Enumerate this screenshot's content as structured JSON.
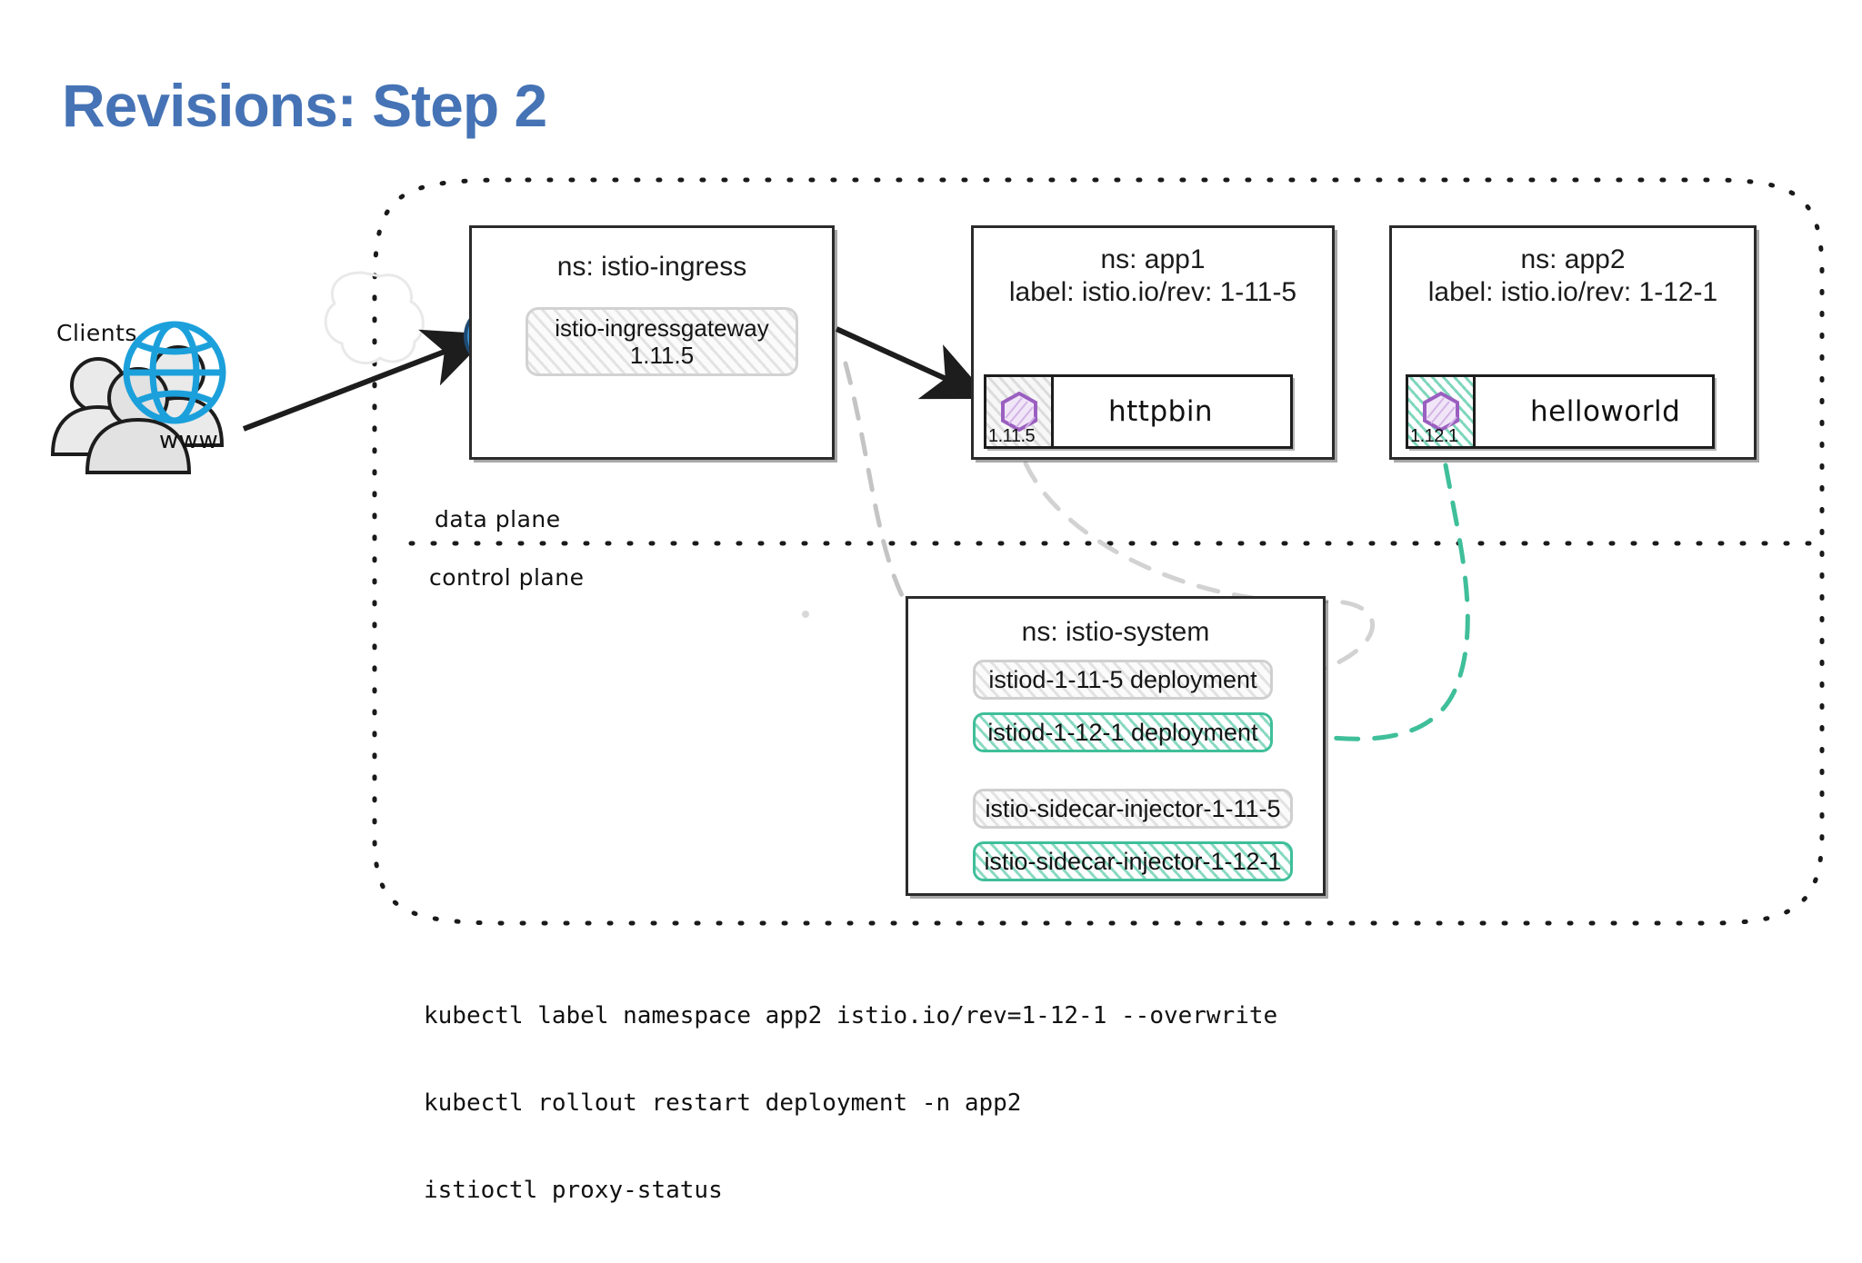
{
  "slide": {
    "title": "Revisions: Step 2",
    "title_color": "#4573B5"
  },
  "actors": {
    "clients_label": "Clients",
    "www_label": "www",
    "clients_icon": "people-group-icon",
    "globe_icon": "globe-icon"
  },
  "planes": {
    "data_plane_label": "data plane",
    "control_plane_label": "control plane"
  },
  "namespaces": [
    {
      "id": "istio-ingress",
      "title_line1": "ns: istio-ingress",
      "title_line2": "",
      "gateway": {
        "icon": "ingress-gateway-icon",
        "name": "istio-ingressgateway",
        "version": "1.11.5"
      }
    },
    {
      "id": "app1",
      "title_line1": "ns: app1",
      "title_line2": "label: istio.io/rev: 1-11-5",
      "workload": {
        "name": "httpbin",
        "sidecar_version": "1.11.5",
        "sidecar_style": "gray",
        "hexagon_icon": "envoy-sidecar-hexagon-icon"
      }
    },
    {
      "id": "app2",
      "title_line1": "ns: app2",
      "title_line2": "label: istio.io/rev: 1-12-1",
      "workload": {
        "name": "helloworld",
        "sidecar_version": "1.12.1",
        "sidecar_style": "green",
        "hexagon_icon": "envoy-sidecar-hexagon-icon"
      }
    },
    {
      "id": "istio-system",
      "title_line1": "ns: istio-system",
      "logo_icon": "istio-sail-logo-icon",
      "deployments": [
        {
          "label": "istiod-1-11-5 deployment",
          "style": "gray"
        },
        {
          "label": "istiod-1-12-1 deployment",
          "style": "green"
        },
        {
          "label": "istio-sidecar-injector-1-11-5",
          "style": "gray"
        },
        {
          "label": "istio-sidecar-injector-1-12-1",
          "style": "green"
        }
      ]
    }
  ],
  "colors": {
    "title_blue": "#4573B5",
    "istio_cyan": "#1BA0DB",
    "revision_green": "#3FBF9A",
    "legacy_gray": "#BFBFBF",
    "hexagon_purple": "#9A5FC0",
    "ink": "#1D1D1D"
  },
  "commands": [
    "kubectl label namespace app2 istio.io/rev=1-12-1 --overwrite",
    "kubectl rollout restart deployment -n app2",
    "istioctl proxy-status"
  ]
}
